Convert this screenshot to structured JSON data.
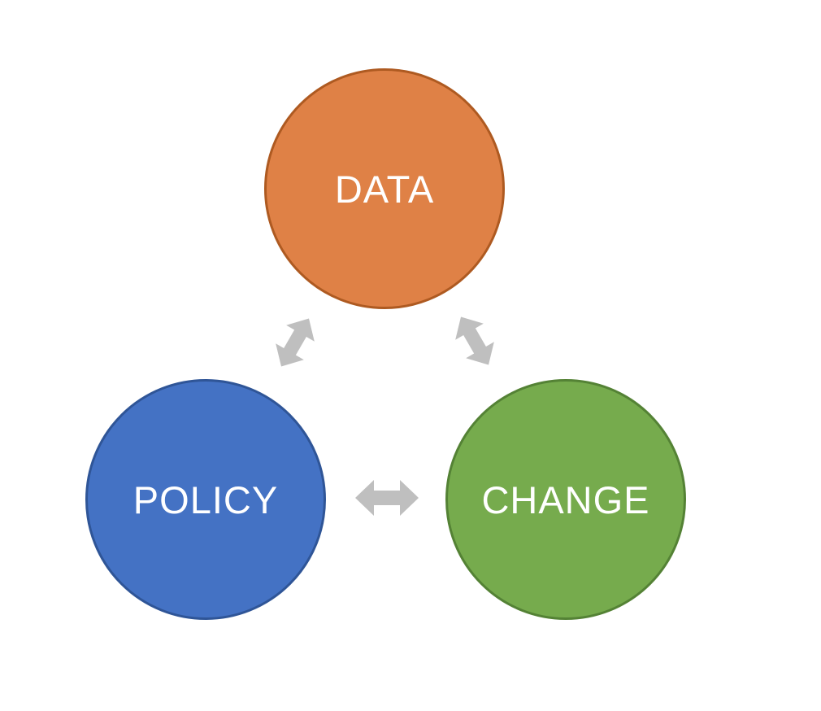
{
  "diagram": {
    "title": "Data Policy Change cycle diagram",
    "background_color": "#ffffff",
    "arrow_color": "#bfbfbf",
    "nodes": [
      {
        "id": "data",
        "label": "DATA",
        "fill": "#df8146",
        "border": "#ae5a21",
        "text_color": "#ffffff",
        "position": "top-center"
      },
      {
        "id": "policy",
        "label": "POLICY",
        "fill": "#4472c4",
        "border": "#2f5597",
        "text_color": "#ffffff",
        "position": "bottom-left"
      },
      {
        "id": "change",
        "label": "CHANGE",
        "fill": "#76ab4d",
        "border": "#548235",
        "text_color": "#ffffff",
        "position": "bottom-right"
      }
    ],
    "edges": [
      {
        "id": "data-policy",
        "type": "double-arrow",
        "between": [
          "DATA",
          "POLICY"
        ]
      },
      {
        "id": "data-change",
        "type": "double-arrow",
        "between": [
          "DATA",
          "CHANGE"
        ]
      },
      {
        "id": "policy-change",
        "type": "double-arrow",
        "between": [
          "POLICY",
          "CHANGE"
        ]
      }
    ]
  }
}
